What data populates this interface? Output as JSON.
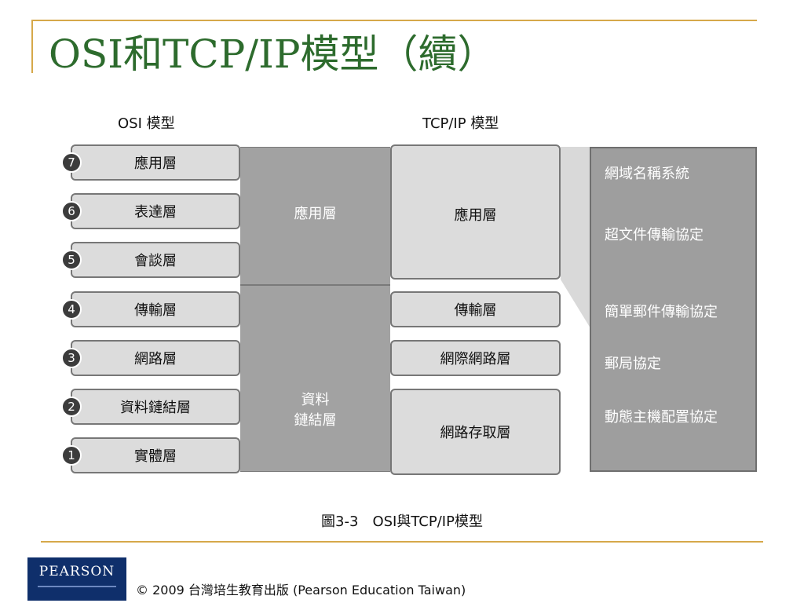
{
  "slide": {
    "title": "OSI和TCP/IP模型（續）",
    "caption": "圖3-3　OSI與TCP/IP模型",
    "copyright": "© 2009 台灣培生教育出版 (Pearson Education Taiwan)",
    "logo": "PEARSON"
  },
  "diagram": {
    "osi_heading": "OSI 模型",
    "tcpip_heading": "TCP/IP 模型",
    "osi_layers": [
      {
        "number": "7",
        "label": "應用層"
      },
      {
        "number": "6",
        "label": "表達層"
      },
      {
        "number": "5",
        "label": "會談層"
      },
      {
        "number": "4",
        "label": "傳輸層"
      },
      {
        "number": "3",
        "label": "網路層"
      },
      {
        "number": "2",
        "label": "資料鏈結層"
      },
      {
        "number": "1",
        "label": "實體層"
      }
    ],
    "middle_groups": [
      {
        "label": "應用層"
      },
      {
        "label_line1": "資料",
        "label_line2": "鏈結層"
      }
    ],
    "tcpip_layers": [
      {
        "label": "應用層"
      },
      {
        "label": "傳輸層"
      },
      {
        "label": "網際網路層"
      },
      {
        "label": "網路存取層"
      }
    ],
    "protocols": [
      "網域名稱系統",
      "超文件傳輸協定",
      "簡單郵件傳輸協定",
      "郵局協定",
      "動態主機配置協定"
    ]
  },
  "colors": {
    "title": "#2d6b2d",
    "accent_rule": "#d6a84a",
    "layer_fill": "#dcdcdc",
    "group_fill": "#a2a2a2",
    "logo": "#0f2f6b"
  }
}
